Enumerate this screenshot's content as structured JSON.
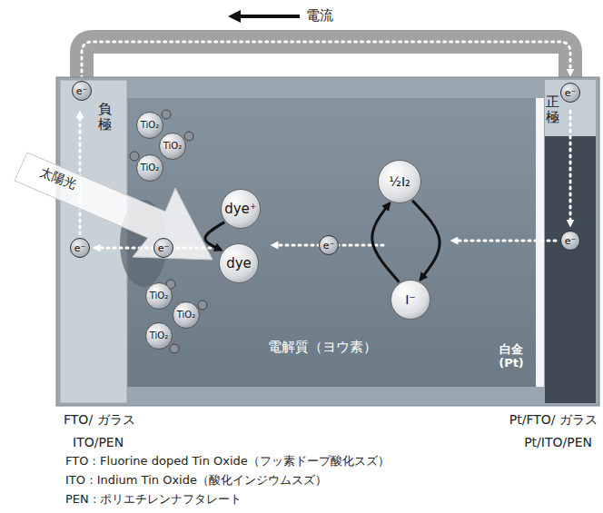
{
  "diagram": {
    "nodes": [
      {
        "text": [
          "e⁻"
        ]
      },
      {
        "text": [
          "e⁻"
        ]
      },
      {
        "text": [
          "TiO₂"
        ]
      },
      {
        "text": [
          "TiO₂"
        ]
      },
      {
        "text": [
          "TiO₂"
        ]
      },
      {
        "text": [
          "e⁻"
        ]
      },
      {
        "text": [
          "e⁻"
        ]
      },
      {
        "text": [
          "dye⁺"
        ]
      },
      {
        "text": [
          "dye"
        ]
      },
      {
        "text": [
          "e⁻"
        ]
      },
      {
        "text": [
          "½I₂"
        ]
      },
      {
        "text": [
          "I⁻"
        ]
      },
      {
        "text": [
          "e⁻"
        ]
      },
      {
        "text": [
          "TiO₂"
        ]
      },
      {
        "text": [
          "TiO₂"
        ]
      },
      {
        "text": [
          "TiO₂"
        ]
      }
    ],
    "edges": [
      {
        "from": 7,
        "to": 8,
        "arrow": "to"
      },
      {
        "from": 11,
        "to": 10,
        "arrow": "to"
      },
      {
        "from": 10,
        "to": 11,
        "arrow": "to"
      }
    ],
    "labels": [
      "電流",
      "負極",
      "正極",
      "太陽光",
      "白金 (Pt)",
      "電解質（ヨウ素）",
      "FTO/ ガラス",
      "ITO/PEN",
      "Pt/FTO/ ガラス",
      "Pt/ITO/PEN",
      "FTO : Fluorine doped Tin Oxide（フッ素ドープ酸化スズ）",
      "ITO :  Indium Tin Oxide（酸化インジウムスズ）",
      "PEN : ポリエチレンナフタレート"
    ]
  }
}
